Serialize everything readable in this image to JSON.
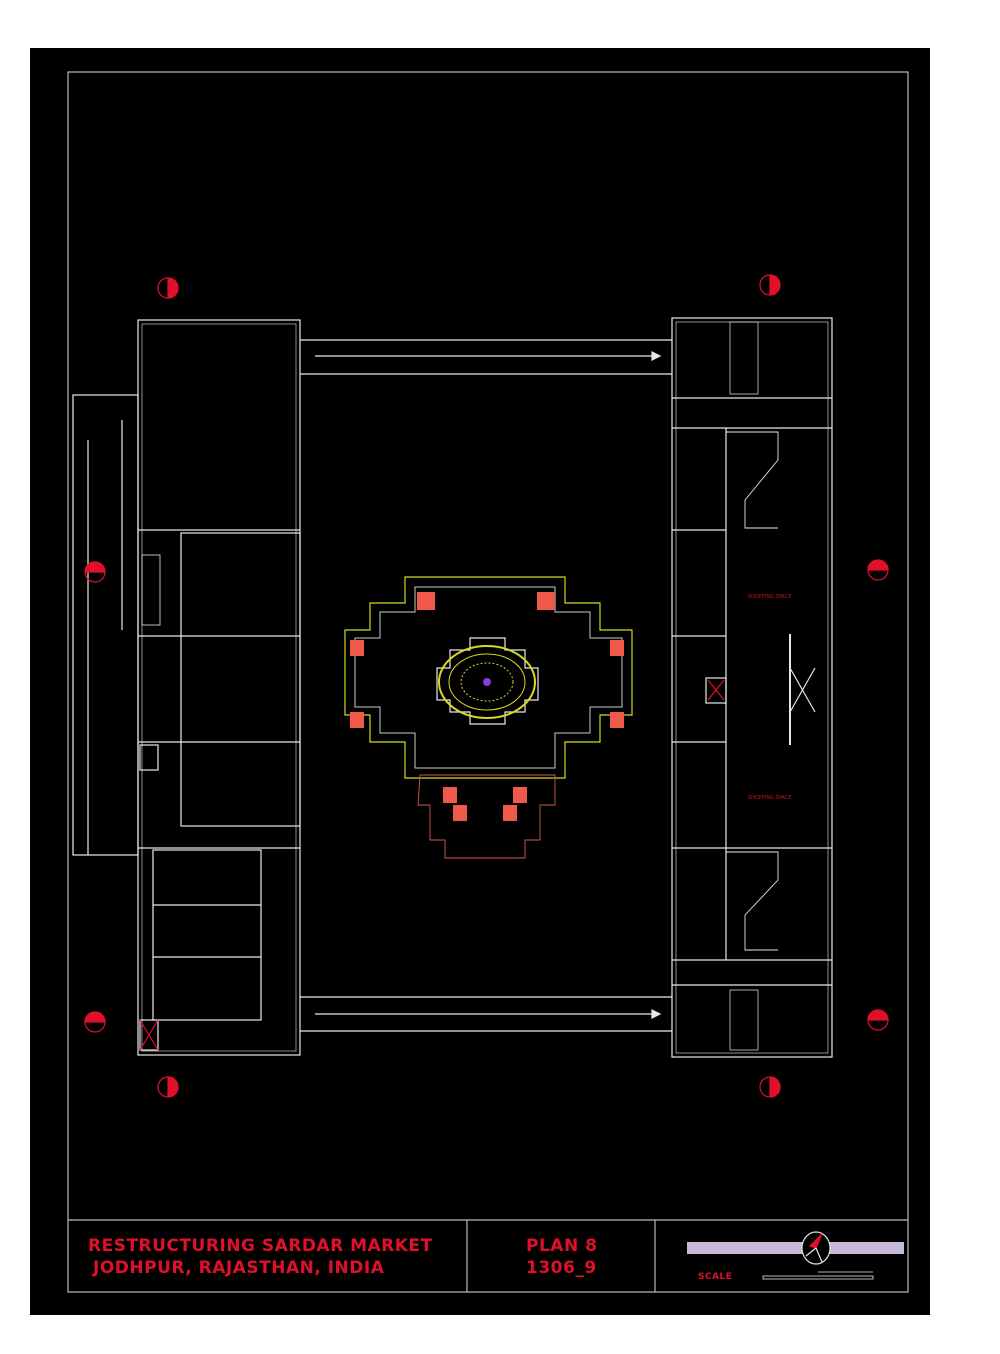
{
  "title_block": {
    "project_line1": "RESTRUCTURING SARDAR MARKET",
    "project_line2": "JODHPUR, RAJASTHAN, INDIA",
    "plan_label": "PLAN 8",
    "drawing_number": "1306_9",
    "scale_label": "SCALE"
  },
  "room_labels": {
    "shopping_space_upper": "SHOPPING SPACE",
    "shopping_space_lower": "SHOPPING SPACE"
  },
  "colors": {
    "background": "#000000",
    "lines": "#e8e8e8",
    "text": "#e0102a",
    "dome": "#d8d820",
    "accent_fill": "#f05a4a",
    "scale_bar": "#c8b8d8"
  }
}
